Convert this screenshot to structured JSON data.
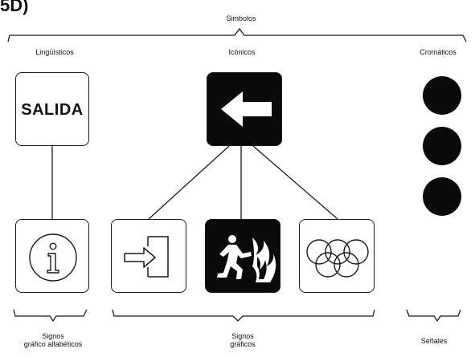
{
  "corner_label": "5D)",
  "title": "Simbolos",
  "categories": {
    "linguistic": "Lingüísticos",
    "iconic": "Icónicos",
    "chromatic": "Cromáticos"
  },
  "salida_text": "SALIDA",
  "icons": {
    "left_arrow": "left-arrow-icon",
    "information": "information-icon",
    "exit_door": "exit-door-icon",
    "fire_escape": "fire-escape-icon",
    "olympic_rings": "olympic-rings-icon"
  },
  "bottom_labels": {
    "alphabetic": [
      "Signos",
      "gráfico alfabéticos"
    ],
    "graphic": [
      "Signos",
      "gráficos"
    ],
    "signals": "Señales"
  },
  "colors": {
    "ink": "#0a0a0a",
    "line": "#1a1a1a",
    "background": "#ffffff"
  }
}
